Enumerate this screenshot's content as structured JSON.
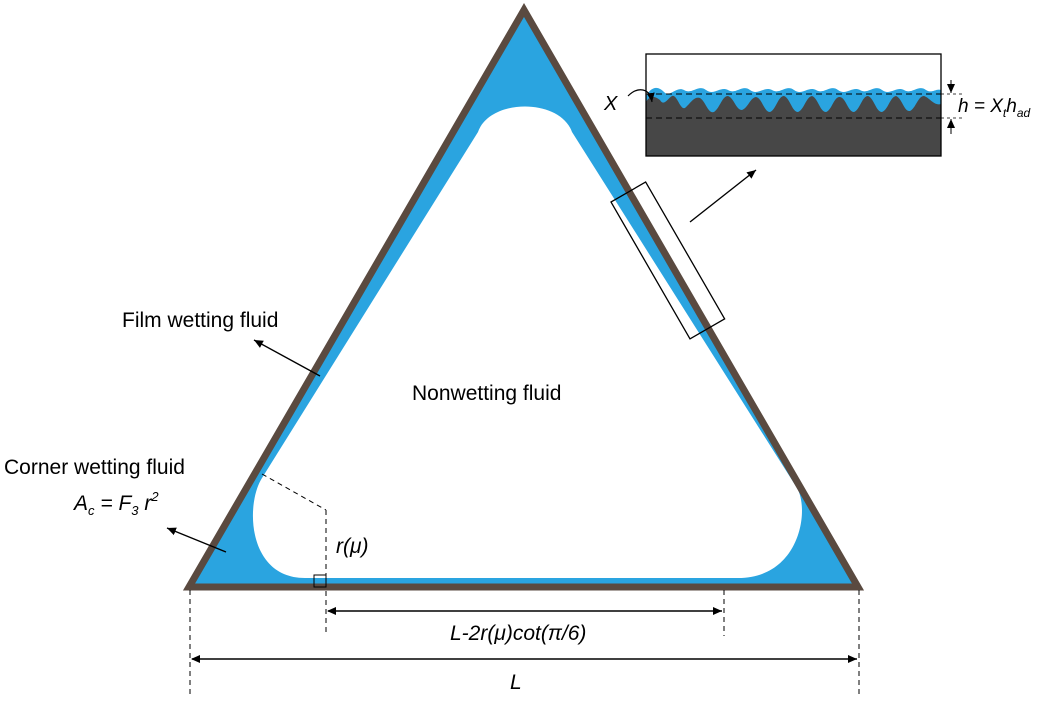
{
  "colors": {
    "wall": "#5a4a40",
    "fluid": "#2aa4e0",
    "background": "#ffffff",
    "solid": "#474747",
    "line": "#000000"
  },
  "labels": {
    "film_wetting": "Film wetting fluid",
    "nonwetting": "Nonwetting fluid",
    "corner_wetting": "Corner wetting fluid",
    "corner_area": {
      "a": "A",
      "a_sub": "c",
      "eq": " = F",
      "f_sub": "3",
      "r": " r",
      "r_sup": "2"
    },
    "radius": "r(μ)",
    "base_span": "L-2r(μ)cot(π/6)",
    "side_length": "L",
    "inset_x": "X",
    "inset_h": {
      "h": "h = X",
      "x_sub": "t",
      "h2": "h",
      "h_sub": "ad"
    }
  }
}
